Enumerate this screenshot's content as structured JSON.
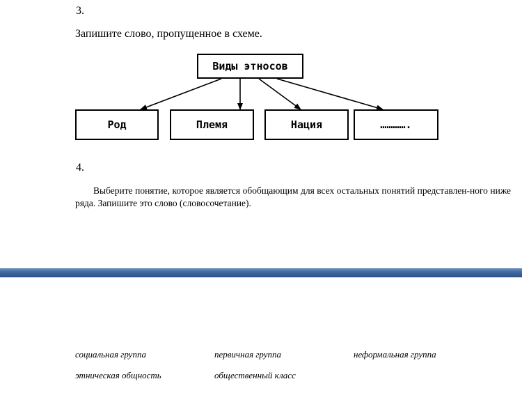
{
  "q3": {
    "number": "3.",
    "instruction": "Запишите слово, пропущенное в схеме.",
    "diagram": {
      "root": "Виды этносов",
      "children": [
        "Род",
        "Племя",
        "Нация",
        "…………."
      ]
    }
  },
  "q4": {
    "number": "4.",
    "instruction": "Выберите понятие, которое является обобщающим для всех остальных понятий представлен-ного ниже ряда. Запишите это слово (словосочетание).",
    "options": [
      "социальная группа",
      "первичная группа",
      "неформальная группа",
      "этническая общность",
      "общественный класс"
    ]
  },
  "colors": {
    "divider": "#3f679f"
  }
}
